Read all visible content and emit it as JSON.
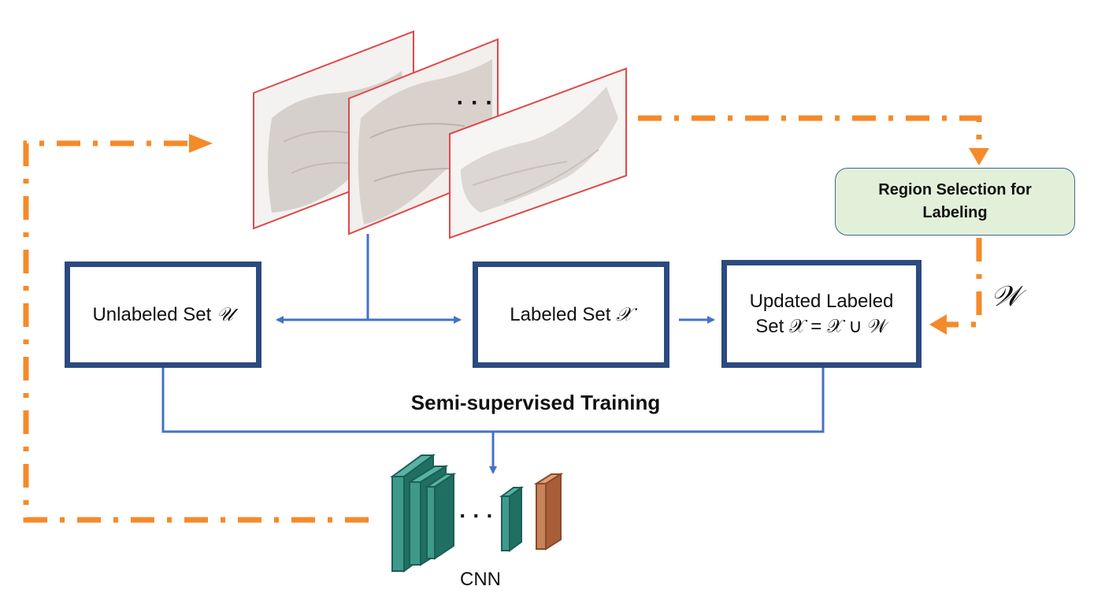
{
  "diagram": {
    "unlabeled_set": {
      "text": "Unlabeled Set",
      "symbol": "𝒰"
    },
    "labeled_set": {
      "text": "Labeled Set",
      "symbol": "𝒳"
    },
    "updated_set": {
      "line1": "Updated Labeled",
      "line2": "Set 𝒳 = 𝒳 ∪ 𝒲"
    },
    "region_selection": {
      "line1": "Region Selection for",
      "line2": "Labeling"
    },
    "w_symbol": "𝒲",
    "training_label": "Semi-supervised Training",
    "cnn_label": "CNN",
    "slide_ellipsis": "· · ·",
    "cnn_ellipsis": "· · ·",
    "colors": {
      "box_border": "#2b4a80",
      "connector": "#4472c4",
      "feedback_arrow": "#f58a2a",
      "slide_border": "#e04848",
      "region_fill": "#e3f0d9",
      "cnn_teal": "#2f8a7a",
      "cnn_output": "#c9835a"
    }
  }
}
